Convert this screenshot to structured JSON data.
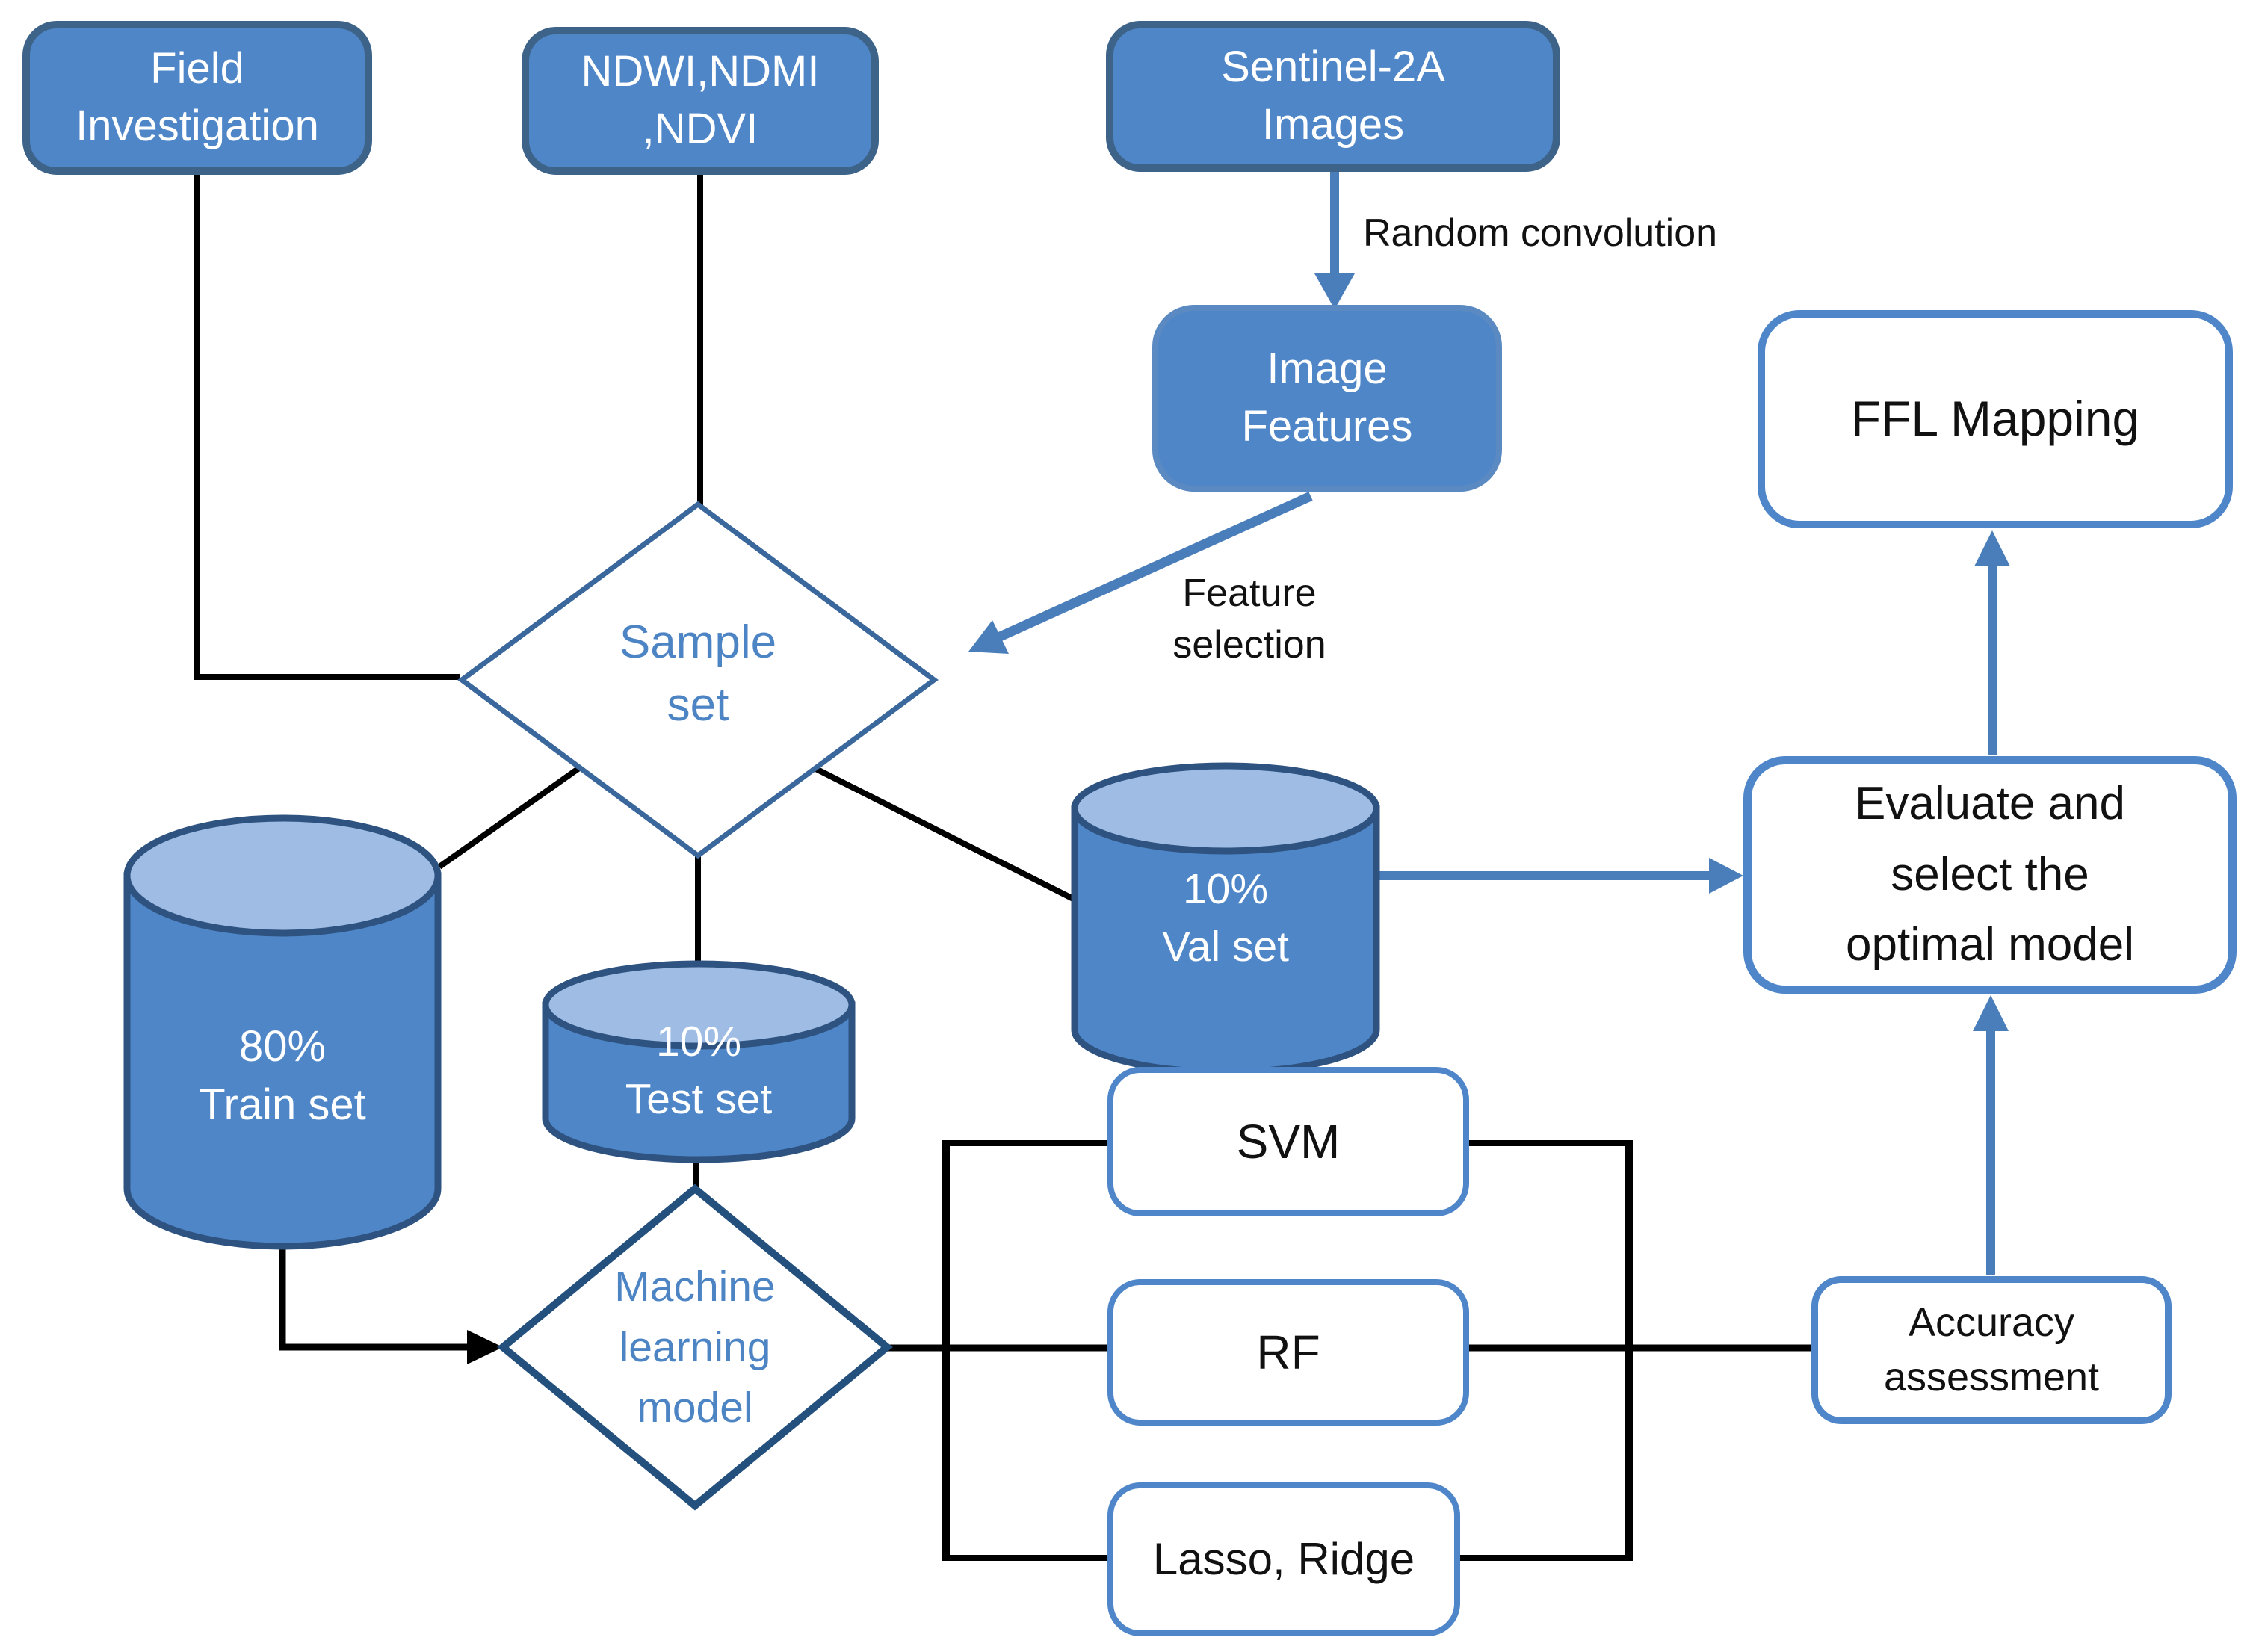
{
  "diagram": {
    "nodes": {
      "field": {
        "label": "Field\nInvestigation"
      },
      "ndwi": {
        "label": "NDWI,NDMI\n,NDVI"
      },
      "sentinel": {
        "label": "Sentinel-2A\nImages"
      },
      "image_features": {
        "label": "Image\nFeatures"
      },
      "sample_set": {
        "label": "Sample\nset"
      },
      "train_set": {
        "label": "80%\nTrain set"
      },
      "test_set": {
        "label": "10%\nTest set"
      },
      "val_set": {
        "label": "10%\nVal set"
      },
      "ml_model": {
        "label": "Machine\nlearning\nmodel"
      },
      "svm": {
        "label": "SVM"
      },
      "rf": {
        "label": "RF"
      },
      "lasso_ridge": {
        "label": "Lasso, Ridge"
      },
      "accuracy": {
        "label": "Accuracy\nassessment"
      },
      "evaluate": {
        "label": "Evaluate and\nselect the\noptimal model"
      },
      "ffl_mapping": {
        "label": "FFL Mapping"
      }
    },
    "edge_labels": {
      "random_convolution": "Random convolution",
      "feature_selection": "Feature\nselection"
    },
    "colors": {
      "node_fill_blue": "#4e86c8",
      "node_border_dark": "#3e6389",
      "cylinder_top_fill": "#9fbde4",
      "cylinder_border": "#2f5380",
      "diamond_border": "#2a5280",
      "diamond_text_blue": "#4d84c4",
      "white_box_border": "#4f86c9",
      "arrow_blue": "#4a7ebb",
      "line_black": "#000000",
      "text_white": "#ffffff",
      "text_black": "#111111"
    }
  }
}
